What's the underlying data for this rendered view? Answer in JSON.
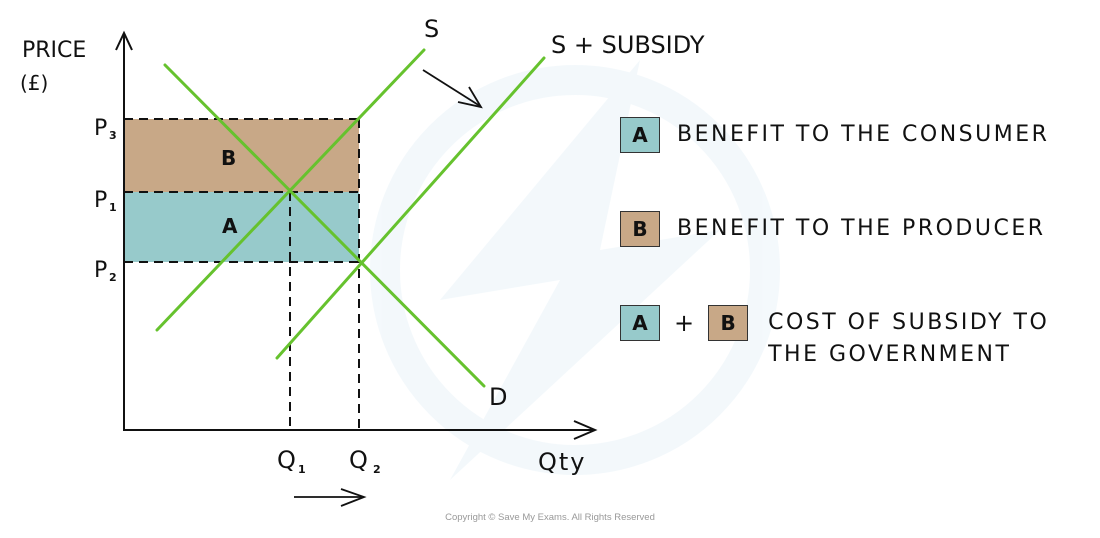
{
  "diagram": {
    "y_axis_label": "PRICE",
    "y_axis_unit": "(£)",
    "x_axis_label": "Qty",
    "price_labels": [
      {
        "id": "p3",
        "main": "P",
        "sub": "3"
      },
      {
        "id": "p1",
        "main": "P",
        "sub": "1"
      },
      {
        "id": "p2",
        "main": "P",
        "sub": "2"
      }
    ],
    "quantity_labels": [
      {
        "id": "q1",
        "main": "Q",
        "sub": "1"
      },
      {
        "id": "q2",
        "main": "Q",
        "sub": "2"
      }
    ],
    "curves": {
      "supply": "S",
      "supply_subsidy": "S + SUBSIDY",
      "demand": "D"
    },
    "areas": {
      "a": "A",
      "b": "B"
    },
    "colors": {
      "curve": "#66c22e",
      "area_a": "#97cacb",
      "area_b": "#c8a887",
      "axis": "#111111"
    }
  },
  "legend": {
    "items": [
      {
        "swatch": "A",
        "text": "BENEFIT TO THE CONSUMER"
      },
      {
        "swatch": "B",
        "text": "BENEFIT TO THE PRODUCER"
      },
      {
        "swatch_1": "A",
        "plus": "+",
        "swatch_2": "B",
        "text_line1": "COST OF SUBSIDY TO",
        "text_line2": "THE GOVERNMENT"
      }
    ]
  },
  "footer": {
    "copyright": "Copyright © Save My Exams. All Rights Reserved"
  }
}
